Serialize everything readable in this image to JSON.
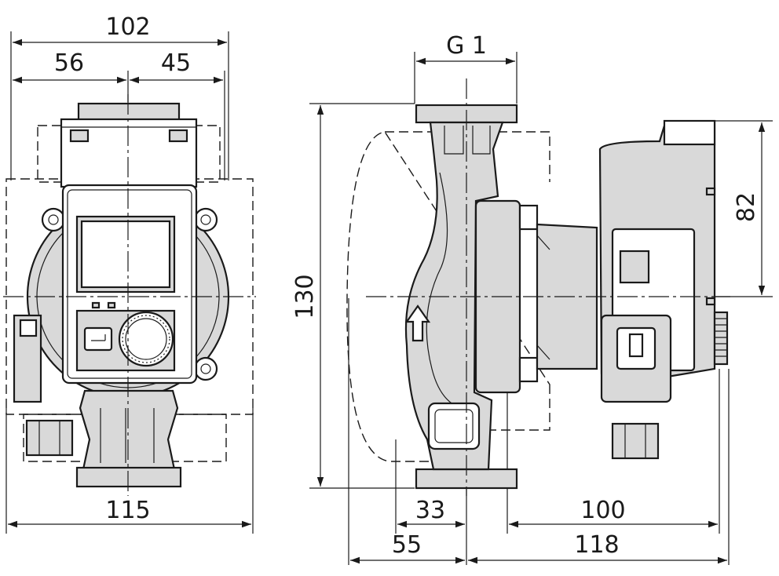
{
  "drawing": {
    "front_view": {
      "dim_total_width_top": "102",
      "dim_left_half": "56",
      "dim_right_half": "45",
      "dim_bottom_width": "115"
    },
    "side_view": {
      "dim_connection": "G 1",
      "dim_height": "130",
      "dim_head_height": "82",
      "dim_33": "33",
      "dim_100": "100",
      "dim_55": "55",
      "dim_118": "118"
    },
    "icons": {
      "flow_arrow": "up-arrow-icon",
      "control_knob": "knob-icon",
      "mode_button": "mode-button-icon"
    },
    "colors": {
      "line": "#1a1a1a",
      "fill": "#d9d9d9",
      "background": "#ffffff"
    }
  }
}
